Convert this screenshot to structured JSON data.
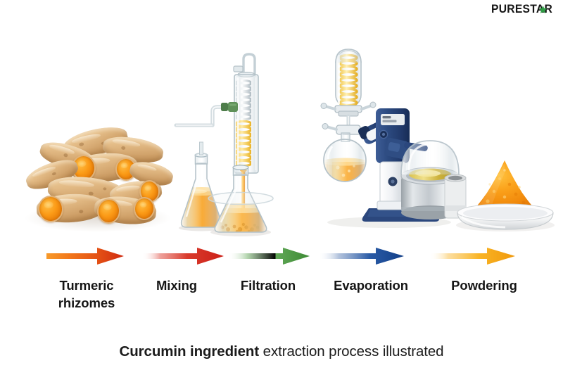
{
  "brand": {
    "name": "PURESTAR",
    "text_before_star": "PUREST",
    "text_after_star": "R",
    "star_icon": "star-icon",
    "star_color": "#2e9c43",
    "text_color": "#141414"
  },
  "caption": {
    "bold_part": "Curcumin ingredient",
    "regular_part": " extraction process illustrated",
    "full": "Curcumin ingredient extraction process illustrated"
  },
  "process": {
    "steps": [
      {
        "id": "turmeric-rhizomes",
        "label_line1": "Turmeric",
        "label_line2": "rhizomes",
        "label": "Turmeric rhizomes",
        "arrow_color_start": "#f5881f",
        "arrow_color_end": "#d93a14",
        "visual": "pile-of-turmeric-rhizomes"
      },
      {
        "id": "mixing",
        "label_line1": "Mixing",
        "label_line2": "",
        "label": "Mixing",
        "arrow_color_start": "#ffffff",
        "arrow_color_end": "#cf2222",
        "visual": "erlenmeyer-flask-orange-liquid"
      },
      {
        "id": "filtration",
        "label_line1": "Filtration",
        "label_line2": "",
        "label": "Filtration",
        "arrow_color_start": "#ffffff",
        "arrow_color_end": "#3f8f35",
        "visual": "condenser-column-with-flask"
      },
      {
        "id": "evaporation",
        "label_line1": "Evaporation",
        "label_line2": "",
        "label": "Evaporation",
        "arrow_color_start": "#ffffff",
        "arrow_color_end": "#1a4b9c",
        "visual": "rotary-evaporator"
      },
      {
        "id": "powdering",
        "label_line1": "Powdering",
        "label_line2": "",
        "label": "Powdering",
        "arrow_color_start": "#ffffff",
        "arrow_color_end": "#f5a314",
        "visual": "bowl-of-turmeric-powder"
      }
    ]
  },
  "palette": {
    "background": "#ffffff",
    "turmeric_orange": "#f59315",
    "turmeric_deep_orange": "#e87c07",
    "rhizome_skin": "#dfb77f",
    "glass": "#e9eef1",
    "rotovap_blue": "#2d4a80",
    "rotovap_light": "#f2f4f6",
    "metal": "#b9bfc4",
    "label_text": "#161616",
    "caption_text": "#1b1b1b"
  }
}
